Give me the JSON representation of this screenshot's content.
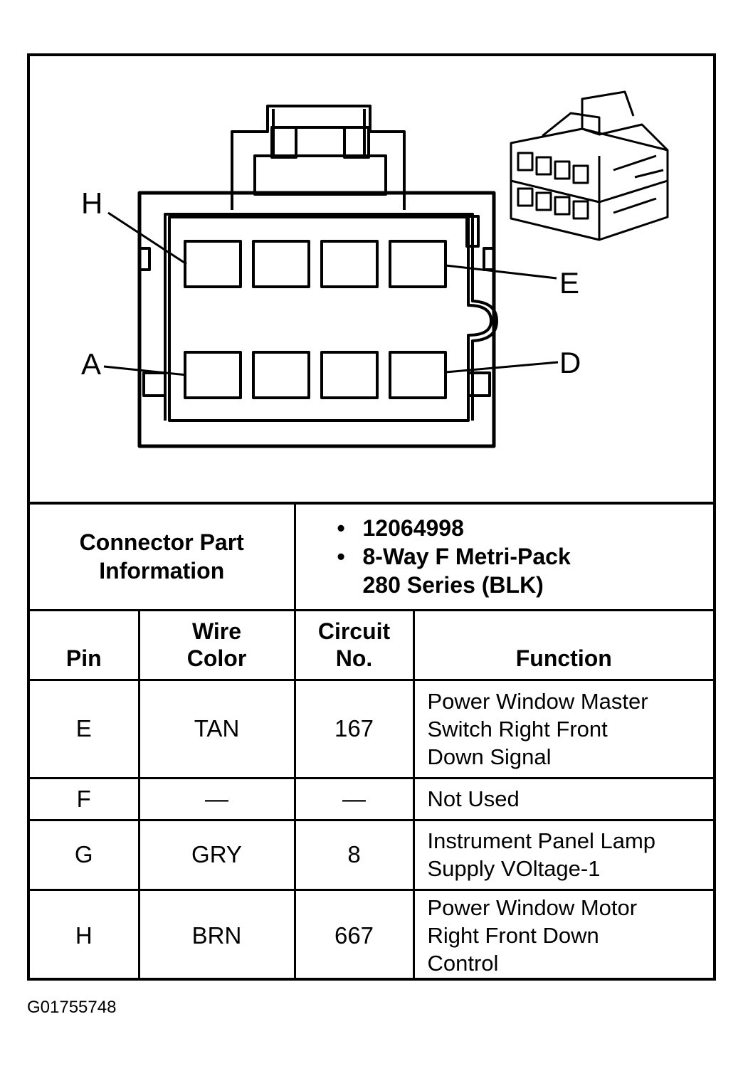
{
  "diagram": {
    "pin_labels": {
      "H": "H",
      "E": "E",
      "A": "A",
      "D": "D"
    }
  },
  "connector_info": {
    "label": "Connector Part Information",
    "bullets": [
      "• 12064998",
      "• 8-Way F Metri-Pack 280 Series (BLK)"
    ],
    "bullet_lines": [
      {
        "dot": "•",
        "text": "12064998"
      },
      {
        "dot": "•",
        "text": "8-Way F Metri-Pack"
      },
      {
        "dot": "",
        "text": "280 Series (BLK)"
      }
    ]
  },
  "table": {
    "headers": {
      "pin": "Pin",
      "wire_color_1": "Wire",
      "wire_color_2": "Color",
      "circuit_1": "Circuit",
      "circuit_2": "No.",
      "function": "Function"
    },
    "rows": [
      {
        "pin": "E",
        "wire": "TAN",
        "circuit": "167",
        "function": [
          "Power Window Master",
          "Switch Right Front",
          "Down Signal"
        ]
      },
      {
        "pin": "F",
        "wire": "—",
        "circuit": "—",
        "function": [
          "Not Used"
        ]
      },
      {
        "pin": "G",
        "wire": "GRY",
        "circuit": "8",
        "function": [
          "Instrument Panel Lamp",
          "Supply VOltage-1"
        ]
      },
      {
        "pin": "H",
        "wire": "BRN",
        "circuit": "667",
        "function": [
          "Power Window Motor",
          "Right Front Down",
          "Control"
        ]
      }
    ]
  },
  "figure_id": "G01755748"
}
